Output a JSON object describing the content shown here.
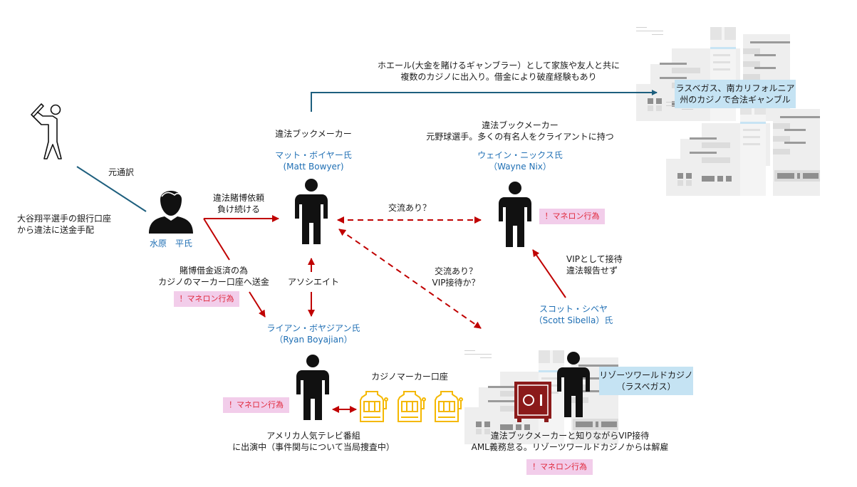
{
  "colors": {
    "blue_line": "#1e5f7e",
    "red_line": "#c00000",
    "name_blue": "#1f6fb4",
    "badge_bg": "#f2cdea",
    "badge_text": "#e0283c",
    "callout_bg": "#c5e3f3",
    "slot_gold": "#f5b800",
    "safe_red": "#8b1a1a",
    "building_gray": "#e6e6e6"
  },
  "badge_label": "！マネロン行為",
  "nodes": {
    "ohtani": {
      "icon": "baseball-player-icon"
    },
    "mizuhara": {
      "name": "水原　平氏",
      "role": "元通訳",
      "note_line1": "大谷翔平選手の銀行口座",
      "note_line2": "から違法に送金手配",
      "icon": "person-head-icon"
    },
    "bowyer": {
      "role": "違法ブックメーカー",
      "name_jp": "マット・ボイヤー氏",
      "name_en": "(Matt Bowyer)",
      "icon": "person-icon"
    },
    "nix": {
      "role_line1": "違法ブックメーカー",
      "role_line2": "元野球選手。多くの有名人をクライアントに持つ",
      "name_jp": "ウェイン・ニックス氏",
      "name_en": "（Wayne Nix）",
      "icon": "person-icon"
    },
    "boyajian": {
      "name_jp": "ライアン・ボヤジアン氏",
      "name_en": "（Ryan Boyajian）",
      "note_line1": "アメリカ人気テレビ番組",
      "note_line2": "に出演中（事件関与について当局捜査中）",
      "icon": "person-icon"
    },
    "sibella": {
      "name_jp": "スコット・シベヤ",
      "name_en": "（Scott Sibella）氏"
    },
    "casino_marker": {
      "label": "カジノマーカー口座",
      "icon": "slot-machine-icon"
    },
    "resorts_world": {
      "callout_line1": "リゾーツワールドカジノ",
      "callout_line2": "（ラスベガス）",
      "note_line1": "違法ブックメーカーと知りながらVIP接待",
      "note_line2": "AML義務怠る。リゾーツワールドカジノからは解雇",
      "icon": "safe-icon"
    },
    "las_vegas": {
      "callout_line1": "ラスベガス、南カリフォルニア",
      "callout_line2": "州のカジノで合法ギャンブル"
    }
  },
  "edges": {
    "ohtani_mizuhara": "元通訳",
    "mizuhara_bowyer_line1": "違法賭博依頼",
    "mizuhara_bowyer_line2": "負け続ける",
    "mizuhara_boyajian_line1": "賭博借金返済の為",
    "mizuhara_boyajian_line2": "カジノのマーカー口座へ送金",
    "bowyer_casino_line1": "ホエール(大金を賭けるギャンブラー）として家族や友人と共に",
    "bowyer_casino_line2": "複数のカジノに出入り。借金により破産経験もあり",
    "bowyer_nix": "交流あり？",
    "bowyer_boyajian": "アソシエイト",
    "bowyer_resorts_line1": "交流あり？",
    "bowyer_resorts_line2": "VIP接待か？",
    "sibella_nix_line1": "VIPとして接待",
    "sibella_nix_line2": "違法報告せず"
  }
}
